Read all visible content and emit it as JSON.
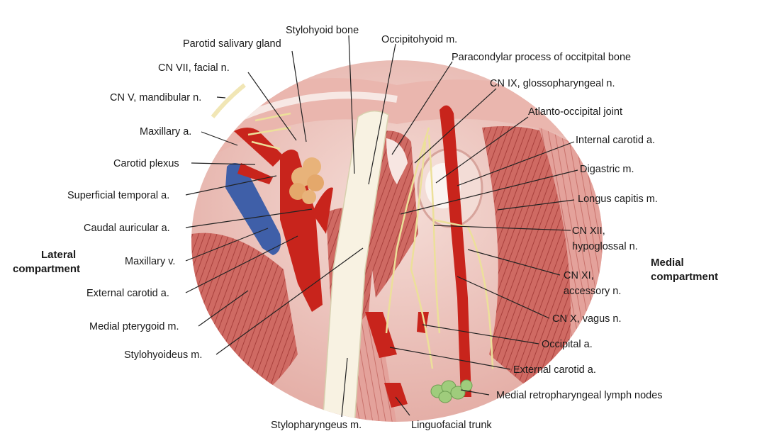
{
  "figure": {
    "compartments": {
      "lateral": [
        "Lateral",
        "compartment"
      ],
      "medial": [
        "Medial",
        "compartment"
      ]
    },
    "labels": {
      "stylohyoid_bone": "Stylohyoid bone",
      "occipitohyoid_m": "Occipitohyoid m.",
      "parotid_gland": "Parotid salivary gland",
      "paracondylar": "Paracondylar process of occitpital bone",
      "cn_vii": "CN VII, facial n.",
      "cn_ix": "CN IX, glossopharyngeal n.",
      "cn_v": "CN V, mandibular n.",
      "atlanto_occipital": "Atlanto-occipital joint",
      "maxillary_a": "Maxillary a.",
      "internal_carotid": "Internal carotid a.",
      "carotid_plexus": "Carotid plexus",
      "digastric": "Digastric m.",
      "superficial_temporal": "Superficial temporal a.",
      "longus_capitis": "Longus capitis m.",
      "caudal_auricular": "Caudal auricular a.",
      "cn_xii": [
        "CN XII,",
        "hypoglossal n."
      ],
      "maxillary_v": "Maxillary v.",
      "cn_xi": [
        "CN XI,",
        "accessory n."
      ],
      "external_carotid_left": "External carotid a.",
      "cn_x": "CN X, vagus n.",
      "medial_pterygoid": "Medial pterygoid m.",
      "occipital_a": "Occipital a.",
      "stylohyoideus": "Stylohyoideus m.",
      "external_carotid_right": "External carotid a.",
      "lymph_nodes": "Medial retropharyngeal lymph nodes",
      "stylopharyngeus": "Stylopharyngeus m.",
      "linguofacial": "Linguofacial trunk"
    },
    "colors": {
      "muscle": "#c95a56",
      "muscle_light": "#e9a9a2",
      "background_tissue": "#f0cfc8",
      "artery": "#c8241c",
      "vein": "#3f5fa8",
      "bone": "#f8f2e2",
      "nerve": "#ece09a",
      "gland": "#e8b37a",
      "lymph": "#9fcc7c"
    }
  }
}
